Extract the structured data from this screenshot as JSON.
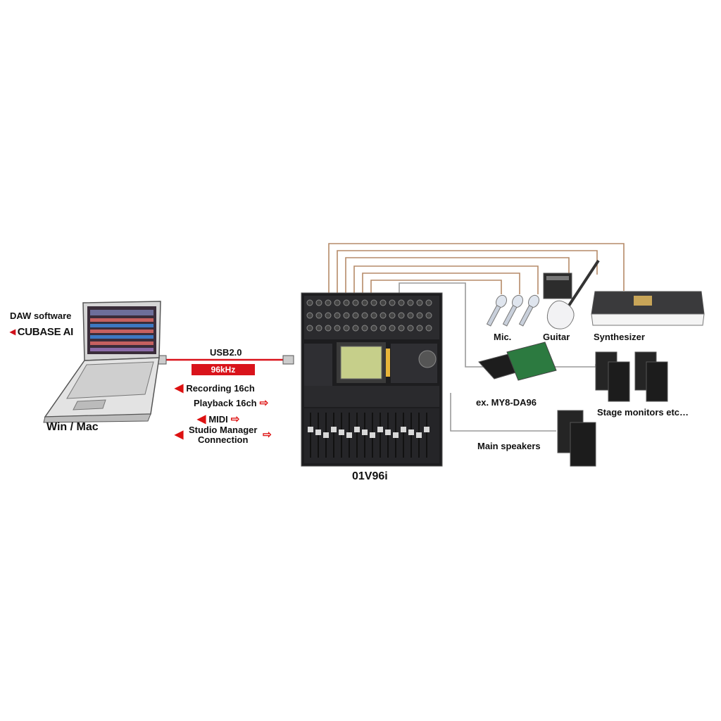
{
  "computer": {
    "daw_title": "DAW software",
    "cubase_label": "CUBASE AI",
    "platform_label": "Win / Mac"
  },
  "link": {
    "usb_label": "USB2.0",
    "rate_badge": "96kHz",
    "recording": "Recording 16ch",
    "playback": "Playback 16ch",
    "midi": "MIDI",
    "studio_manager_line1": "Studio Manager",
    "studio_manager_line2": "Connection"
  },
  "mixer": {
    "model_label": "01V96i"
  },
  "devices": {
    "mic": "Mic.",
    "guitar": "Guitar",
    "synth": "Synthesizer",
    "card": "ex. MY8-DA96",
    "stage": "Stage monitors etc…",
    "main": "Main speakers"
  },
  "colors": {
    "accent_red": "#d9131b",
    "connector_brown": "#b58a68",
    "connector_grey": "#9a9a9a"
  }
}
